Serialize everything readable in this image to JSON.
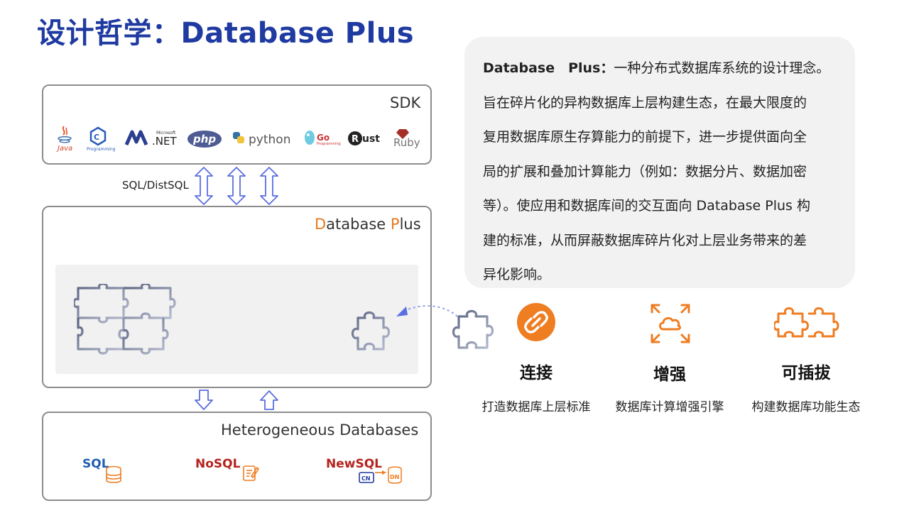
{
  "title": "设计哲学：Database Plus",
  "sdk": {
    "label": "SDK",
    "logos": [
      {
        "icon": "java-icon",
        "text": "Java"
      },
      {
        "icon": "cplusplus-icon",
        "text": "Programming"
      },
      {
        "icon": "dotnet-icon",
        "text": ".NET",
        "super": "Microsoft"
      },
      {
        "icon": "php-icon",
        "text": "php"
      },
      {
        "icon": "python-icon",
        "text": "python"
      },
      {
        "icon": "go-icon",
        "text": "Go",
        "sub": "Programming"
      },
      {
        "icon": "rust-icon",
        "text": "ust"
      },
      {
        "icon": "ruby-icon",
        "text": "Ruby"
      }
    ]
  },
  "connector_label": "SQL/DistSQL",
  "database_plus": {
    "label_prefix": "D",
    "label_mid": "atabase ",
    "label_p": "P",
    "label_suffix": "lus"
  },
  "heterogeneous": {
    "label": "Heterogeneous Databases",
    "items": [
      {
        "name": "SQL",
        "color": "#1f5fb0"
      },
      {
        "name": "NoSQL",
        "color": "#b5231e"
      },
      {
        "name": "NewSQL",
        "color": "#b5231e",
        "cn": "CN",
        "dn": "DN"
      }
    ]
  },
  "description": {
    "lead": "Database　Plus：",
    "text": "一种分布式数据库系统的设计理念。旨在碎片化的异构数据库上层构建生态，在最大限度的复用数据库原生存算能力的前提下，进一步提供面向全局的扩展和叠加计算能力（例如：数据分片、数据加密等）。使应用和数据库间的交互面向 Database Plus 构建的标准，从而屏蔽数据库碎片化对上层业务带来的差异化影响。",
    "lines": [
      "旨在碎片化的异构数据库上层构建生态，在最大限度的",
      "复用数据库原生存算能力的前提下，进一步提供面向全",
      "局的扩展和叠加计算能力（例如：数据分片、数据加密",
      "等）。使应用和数据库间的交互面向 Database Plus 构",
      "建的标准，从而屏蔽数据库碎片化对上层业务带来的差",
      "异化影响。"
    ],
    "first_line_rest": "一种分布式数据库系统的设计理念。"
  },
  "features": [
    {
      "icon": "link-icon",
      "title": "连接",
      "subtitle": "打造数据库上层标准"
    },
    {
      "icon": "cloud-expand-icon",
      "title": "增强",
      "subtitle": "数据库计算增强引擎"
    },
    {
      "icon": "puzzle-icon",
      "title": "可插拔",
      "subtitle": "构建数据库功能生态"
    }
  ],
  "colors": {
    "title": "#1f3aa0",
    "accent_orange": "#ef7d22",
    "arrow_blue": "#5a6ee0",
    "puzzle_gray": "#6b7287"
  }
}
